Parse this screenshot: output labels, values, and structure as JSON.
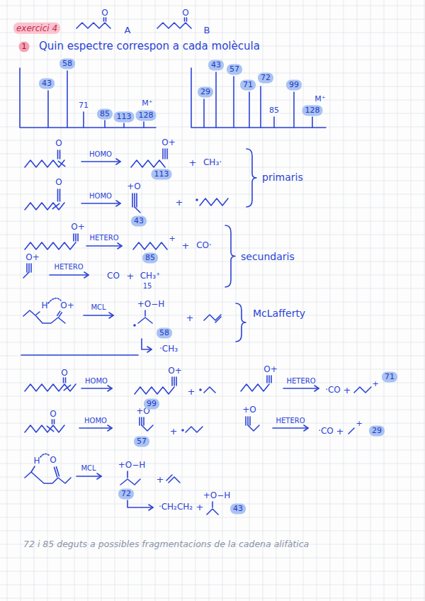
{
  "diagram": {
    "nodes": [
      {
        "text": [
          "exercici 4"
        ]
      },
      {
        "text": [
          "1"
        ]
      },
      {
        "text": [
          "43"
        ]
      },
      {
        "text": [
          "58"
        ]
      },
      {
        "text": [
          "85"
        ]
      },
      {
        "text": [
          "113"
        ]
      },
      {
        "text": [
          "128"
        ]
      },
      {
        "text": [
          "43"
        ]
      },
      {
        "text": [
          "57"
        ]
      },
      {
        "text": [
          "29"
        ]
      },
      {
        "text": [
          "71"
        ]
      },
      {
        "text": [
          "72"
        ]
      },
      {
        "text": [
          "99"
        ]
      },
      {
        "text": [
          "128"
        ]
      },
      {
        "text": [
          "113"
        ]
      },
      {
        "text": [
          "43"
        ]
      },
      {
        "text": [
          "85"
        ]
      },
      {
        "text": [
          "58"
        ]
      },
      {
        "text": [
          "99"
        ]
      },
      {
        "text": [
          "71"
        ]
      },
      {
        "text": [
          "57"
        ]
      },
      {
        "text": [
          "29"
        ]
      },
      {
        "text": [
          "72"
        ]
      },
      {
        "text": [
          "43"
        ]
      }
    ],
    "labels": [
      "A",
      "B",
      "O",
      "O",
      "Quin espectre correspon a cada molècula",
      "71",
      "M⁺",
      "85",
      "M⁺",
      "O",
      "HOMO",
      "O+",
      "+",
      "CH₃·",
      "O",
      "HOMO",
      "+O",
      "+",
      "primaris",
      "O+",
      "HETERO",
      "+",
      "+",
      "CO·",
      "O+",
      "HETERO",
      "CO",
      "+",
      "CH₃⁺",
      "15",
      "secundaris",
      "H",
      "O+",
      "MCL",
      "+O−H",
      "+",
      "McLafferty",
      "·CH₃",
      "O",
      "HOMO",
      "O+",
      "+",
      "O+",
      "HETERO",
      "·CO",
      "+",
      "+",
      "O",
      "HOMO",
      "+O",
      "+",
      "+O",
      "HETERO",
      "·CO",
      "+",
      "+",
      "H",
      "O",
      "MCL",
      "+O−H",
      "+",
      "·CH₂CH₂",
      "+",
      "+O−H",
      "72 i 85 deguts a possibles fragmentacions de la cadena alifàtica"
    ]
  }
}
